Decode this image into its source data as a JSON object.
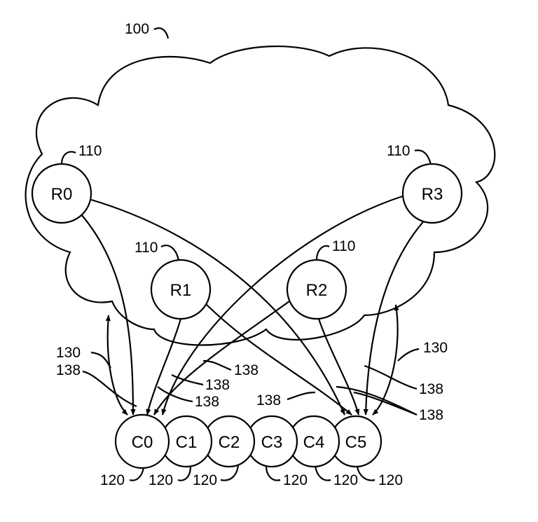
{
  "network": {
    "ref": "100"
  },
  "routers": [
    {
      "id": "R0",
      "ref": "110"
    },
    {
      "id": "R1",
      "ref": "110"
    },
    {
      "id": "R2",
      "ref": "110"
    },
    {
      "id": "R3",
      "ref": "110"
    }
  ],
  "clients": [
    {
      "id": "C0",
      "ref": "120"
    },
    {
      "id": "C1",
      "ref": "120"
    },
    {
      "id": "C2",
      "ref": "120"
    },
    {
      "id": "C3",
      "ref": "120"
    },
    {
      "id": "C4",
      "ref": "120"
    },
    {
      "id": "C5",
      "ref": "120"
    }
  ],
  "links": {
    "bidirectional_ref": "130",
    "path_ref": "138"
  }
}
